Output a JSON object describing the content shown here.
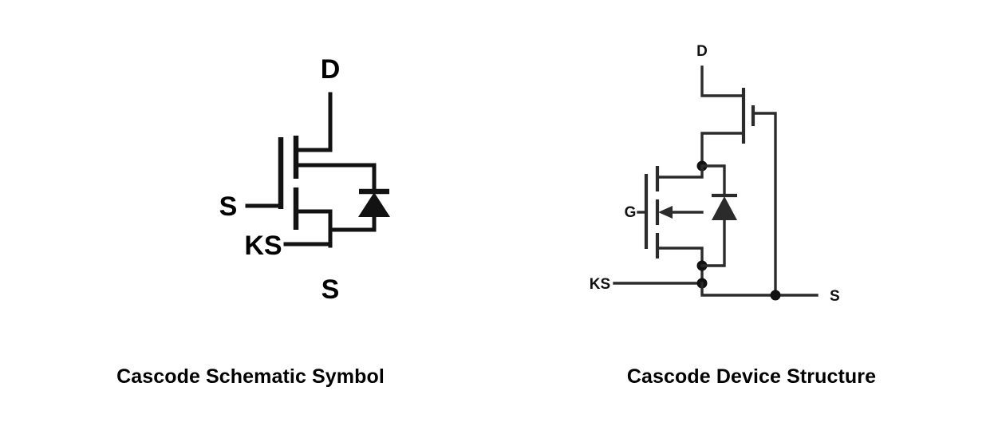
{
  "figure": {
    "kind": "schematic-diagram",
    "background_color": "#ffffff",
    "ink_color": "#121212",
    "secondary_ink_color": "#2b2b2b"
  },
  "panels": [
    {
      "id": "cascode-schematic-symbol",
      "caption": "Cascode Schematic Symbol",
      "terminals": [
        {
          "name": "drain",
          "label": "D"
        },
        {
          "name": "source-top",
          "label": "S"
        },
        {
          "name": "kelvin-source",
          "label": "KS"
        },
        {
          "name": "source-bottom",
          "label": "S"
        }
      ],
      "components": [
        {
          "name": "cascode-mosfet-symbol",
          "type": "mosfet"
        },
        {
          "name": "body-diode",
          "type": "diode",
          "orientation": "anode-bottom-cathode-top"
        }
      ]
    },
    {
      "id": "cascode-device-structure",
      "caption": "Cascode Device Structure",
      "terminals": [
        {
          "name": "drain",
          "label": "D"
        },
        {
          "name": "gate",
          "label": "G"
        },
        {
          "name": "kelvin-source",
          "label": "KS"
        },
        {
          "name": "source",
          "label": "S"
        }
      ],
      "components": [
        {
          "name": "jfet-high-voltage",
          "type": "jfet"
        },
        {
          "name": "mosfet-low-voltage",
          "type": "mosfet",
          "body_arrow": "left"
        },
        {
          "name": "body-diode",
          "type": "diode",
          "orientation": "anode-bottom-cathode-top"
        }
      ]
    }
  ],
  "left_panel": {
    "caption": "Cascode Schematic Symbol",
    "labels": {
      "drain": "D",
      "source_top": "S",
      "kelvin_source": "KS",
      "source_bottom": "S"
    }
  },
  "right_panel": {
    "caption": "Cascode Device Structure",
    "labels": {
      "drain": "D",
      "gate": "G",
      "kelvin_source": "KS",
      "source": "S"
    }
  }
}
